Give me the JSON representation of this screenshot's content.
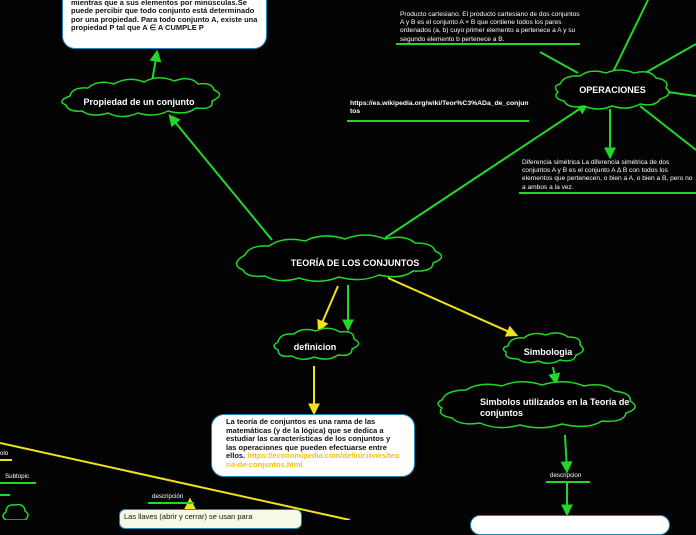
{
  "central_topic": "TEORÍA DE LOS CONJUNTOS",
  "nodes": {
    "propiedad": "Propiedad de un conjunto",
    "operaciones": "OPERACIONES",
    "definicion": "definicion",
    "simbologia": "Simbologia",
    "simbolos": "Simbolos utilizados en la Teoría de conjuntos"
  },
  "texts": {
    "propiedad_box": "refieren a los conjuntos por letras mayúsculas, mientras que a sus elementos por minúsculas.Se puede percibir que todo conjunto está determinado por una propiedad. Para todo conjunto A, existe una propiedad P tal que A ∈ A CUMPLE P",
    "producto": "Producto cartesiano. El producto cartesiano de dos conjuntos A y B es el conjunto A × B que contiene todos los pares ordenados (a, b) cuyo primer elemento a pertenece a A y su segundo elemento b pertenece a B.",
    "wiki_url": "https://es.wikipedia.org/wiki/Teor%C3%ADa_de_conjuntos",
    "diferencia": "Diferencia simétrica La diferencia simétrica de dos conjuntos A y B es el conjunto A Δ B con todos los elementos que pertenecen, o bien a A, o bien a B, pero no a ambos a la vez.",
    "definicion_text": "La teoría de conjuntos es una rama de las matemáticas (y de la lógica) que se dedica a estudiar las características de los conjuntos y las operaciones que pueden efectuarse entre ellos.",
    "definicion_url": "https://economipedia.com/definiciones/teoria-de-conjuntos.html",
    "descripcion_1": "descripcion",
    "descripcion_2": "descripción",
    "subtopic": "Subtopic",
    "topic_cut": "olo",
    "llaves": "Las llaves (abrir y cerrar) se usan para"
  },
  "colors": {
    "background": "#030303",
    "connector_green": "#22d62a",
    "connector_yellow": "#f2e21b",
    "cloud_border": "#22d62a",
    "box_border": "#1e86b7",
    "link": "#f2c21b"
  }
}
